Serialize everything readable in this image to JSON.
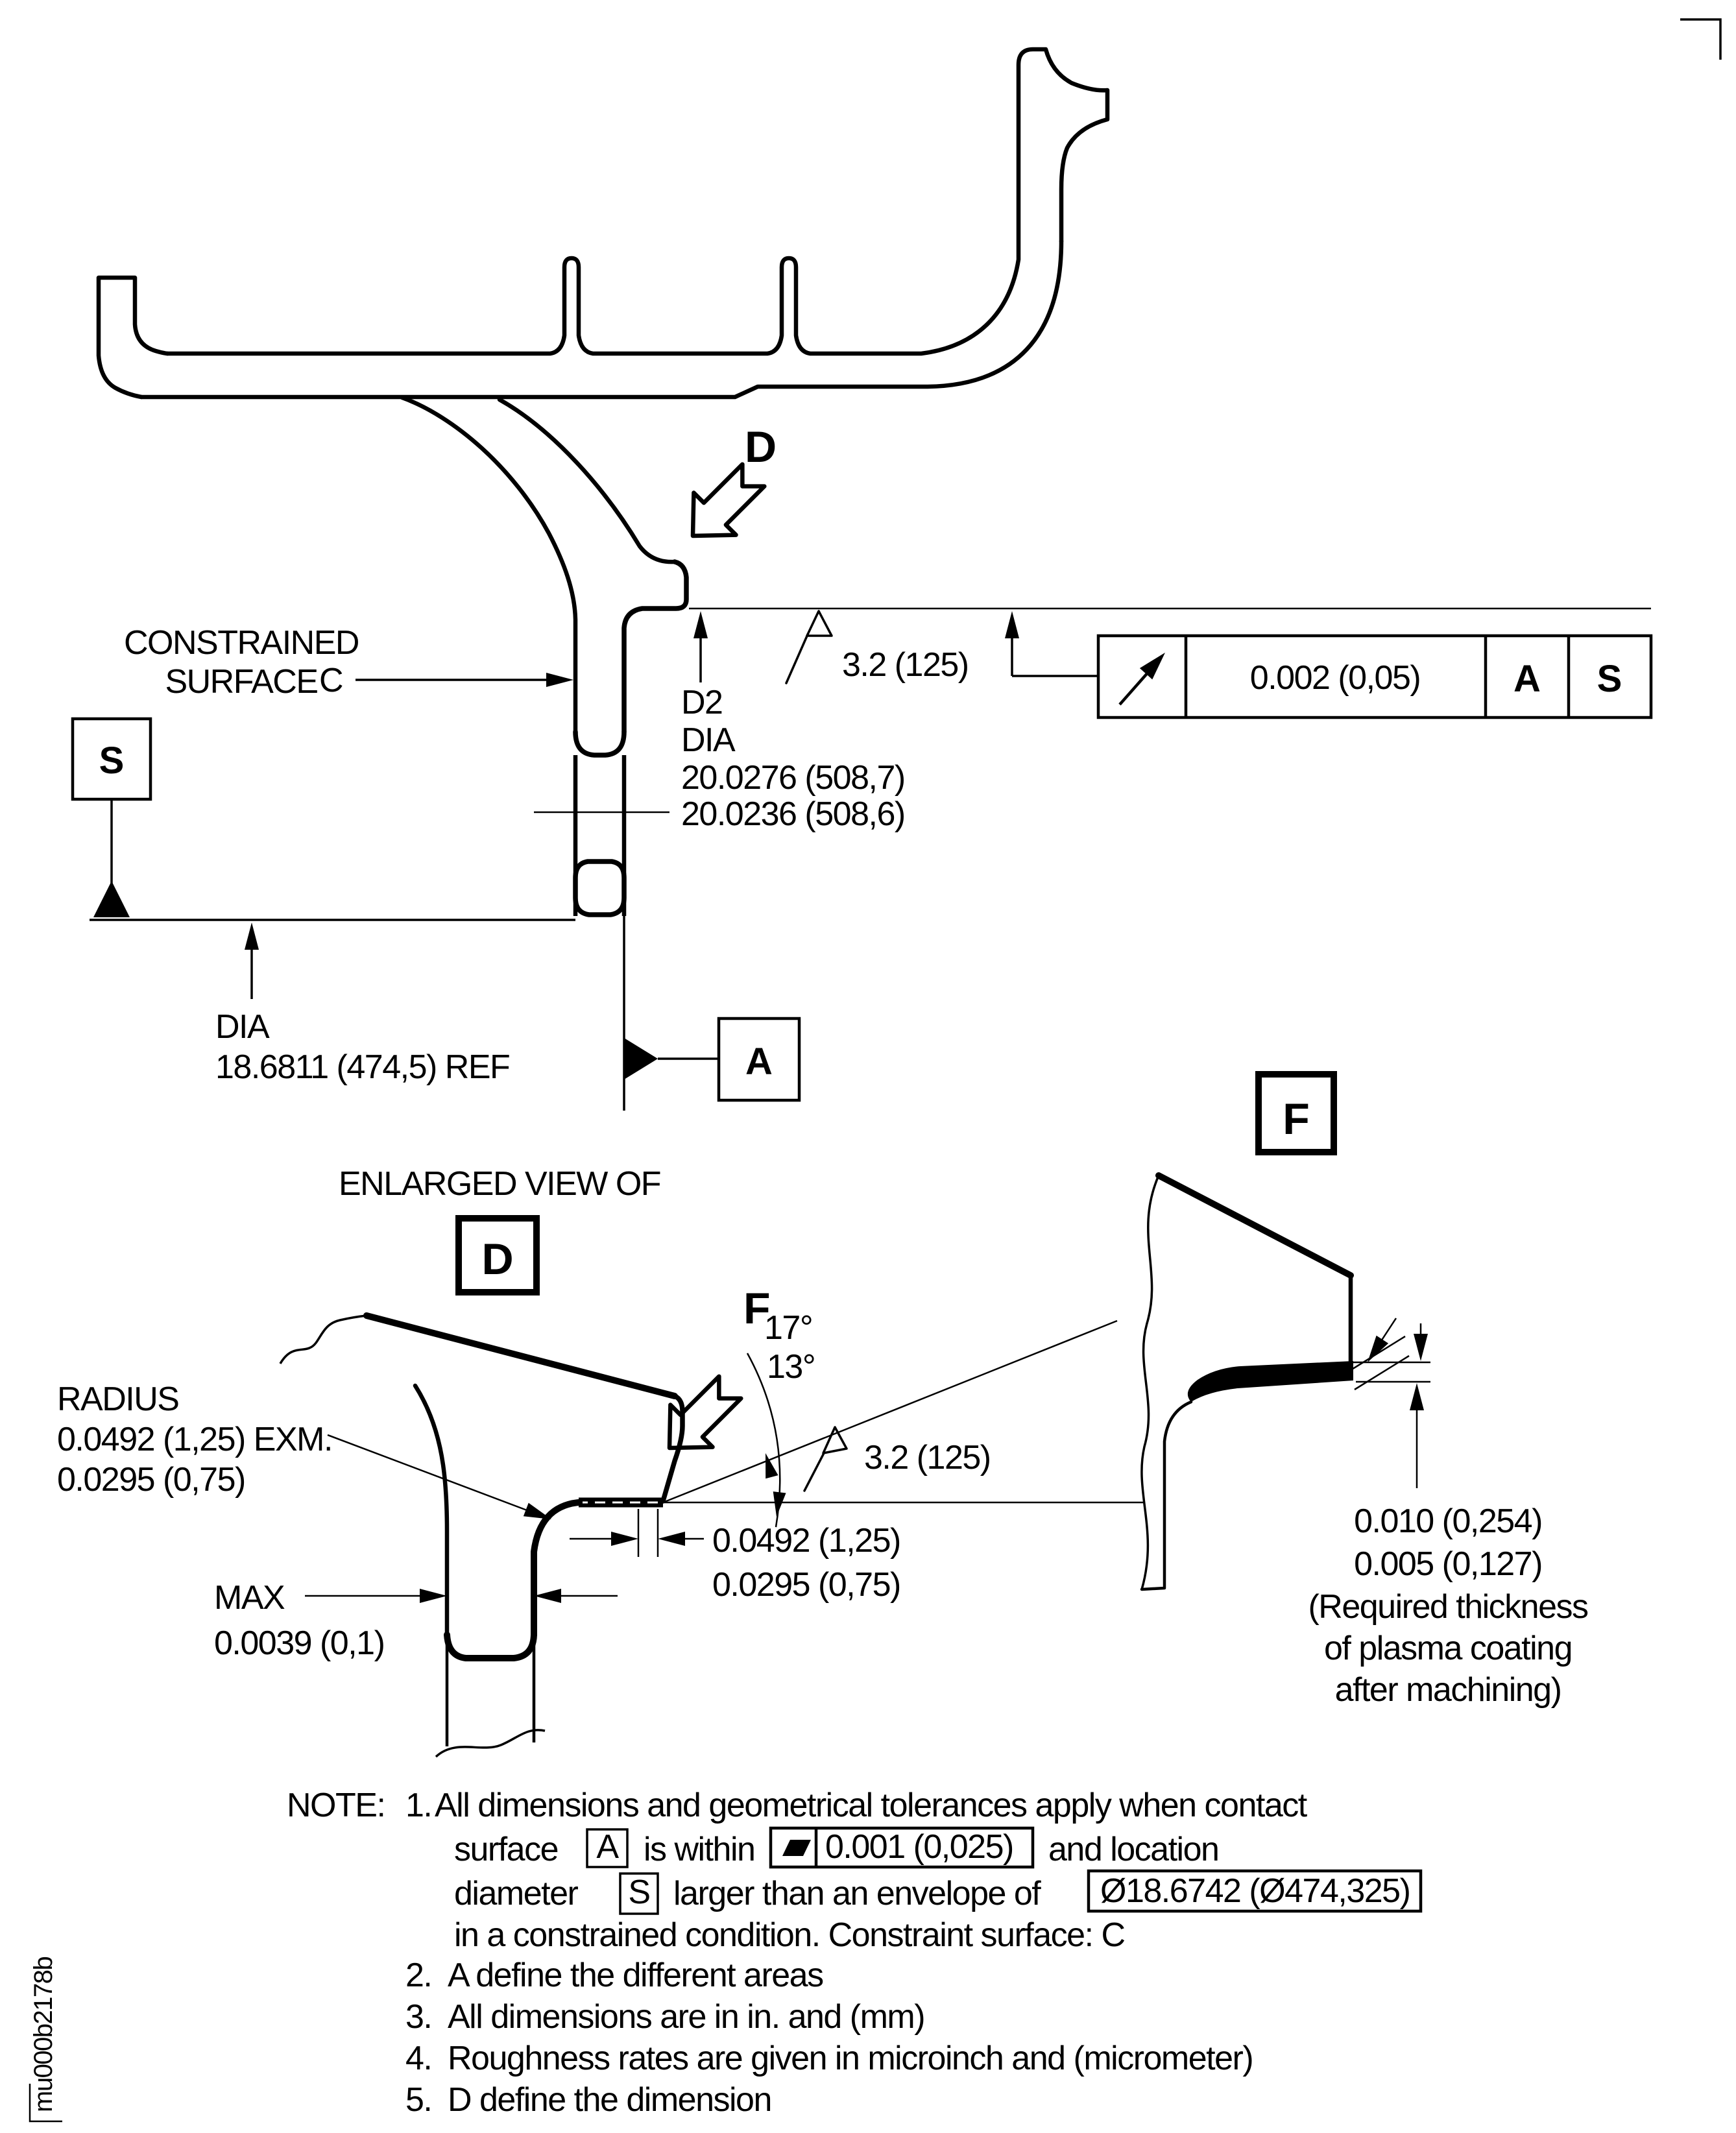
{
  "colors": {
    "ink": "#000000",
    "paper": "#ffffff"
  },
  "page": {
    "doc_number_vertical": "mu000b2178b"
  },
  "main_view": {
    "view_arrow_d_label": "D",
    "constrained_surface_line1": "CONSTRAINED",
    "constrained_surface_line2": "SURFACE",
    "datum_c_label": "C",
    "datum_s_label": "S",
    "datum_a_label": "A",
    "surface_finish": "3.2 (125)",
    "fcf": {
      "value": "0.002 (0,05)",
      "datum1": "A",
      "datum2": "S"
    },
    "d2_callout": {
      "line1": "D2",
      "line2": "DIA",
      "line3": "20.0276 (508,7)",
      "line4": "20.0236 (508,6)"
    },
    "dia_ref_callout": {
      "line1": "DIA",
      "line2": "18.6811 (474,5) REF"
    }
  },
  "enlarged_view_d": {
    "title": "ENLARGED VIEW OF",
    "view_label": "D",
    "view_arrow_f_label": "F",
    "radius_line1": "RADIUS",
    "radius_line2": "0.0492 (1,25) EXM.",
    "radius_line3": "0.0295 (0,75)",
    "max_line1": "MAX",
    "max_line2": "0.0039 (0,1)",
    "angle_upper": "17°",
    "angle_lower": "13°",
    "surface_finish": "3.2 (125)",
    "width_dim_line1": "0.0492 (1,25)",
    "width_dim_line2": "0.0295 (0,75)"
  },
  "enlarged_view_f": {
    "view_label": "F",
    "coating_line1": "0.010 (0,254)",
    "coating_line2": "0.005 (0,127)",
    "coating_line3": "(Required thickness",
    "coating_line4": "of plasma coating",
    "coating_line5": "after machining)"
  },
  "notes": {
    "heading": "NOTE:",
    "item1_num": "1.",
    "item1_line1": "All dimensions and geometrical tolerances apply when contact",
    "item1_line2_pre": "surface",
    "item1_line2_box_a": "A",
    "item1_line2_mid": "is within",
    "item1_line2_flatness_value": "0.001  (0,025)",
    "item1_line2_post": "and location",
    "item1_line3_pre": "diameter",
    "item1_line3_box_s": "S",
    "item1_line3_mid": "larger than an envelope of",
    "item1_line3_box_dia": "Ø18.6742 (Ø474,325)",
    "item1_line4": "in a constrained condition. Constraint surface: C",
    "item2_num": "2.",
    "item2_text": "A define the different areas",
    "item3_num": "3.",
    "item3_text": "All dimensions are in in. and (mm)",
    "item4_num": "4.",
    "item4_text": "Roughness rates are given in microinch and (micrometer)",
    "item5_num": "5.",
    "item5_text": "D define the dimension"
  }
}
